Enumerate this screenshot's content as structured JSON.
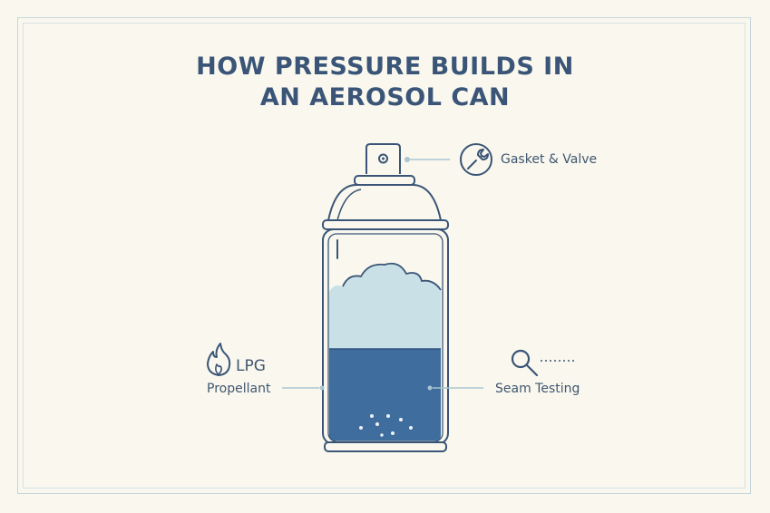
{
  "title": {
    "line1": "HOW PRESSURE BUILDS IN",
    "line2": "AN AEROSOL CAN"
  },
  "callouts": {
    "gasket": {
      "label": "Gasket & Valve",
      "icon": "wrench-icon"
    },
    "lpg": {
      "label": "LPG",
      "icon": "flame-icon"
    },
    "propellant": {
      "label": "Propellant"
    },
    "seam": {
      "label": "Seam Testing",
      "icon": "magnifier-icon"
    }
  },
  "colors": {
    "background": "#faf8ee",
    "outline": "#3a5577",
    "liquid": "#3f6d9e",
    "vapor": "#c9e0e6",
    "frame": "#c4d6dc"
  }
}
